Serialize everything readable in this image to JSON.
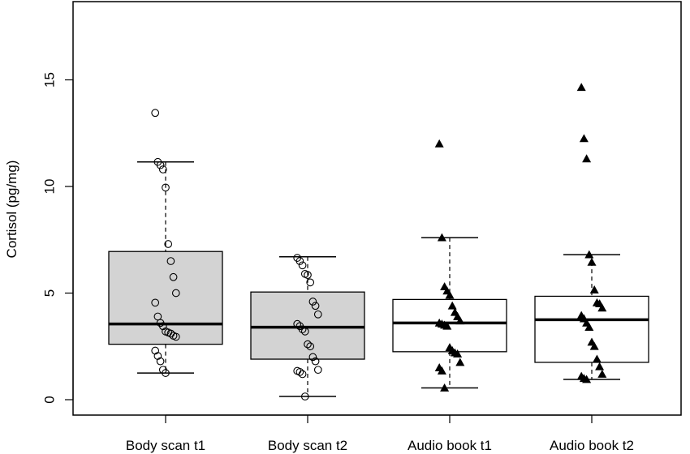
{
  "chart_data": {
    "type": "box",
    "title": "",
    "xlabel": "",
    "ylabel": "Cortisol (pg/mg)",
    "ylim": [
      -0.8,
      18.5
    ],
    "y_ticks": [
      0,
      5,
      10,
      15
    ],
    "y_tick_labels": [
      "0",
      "5",
      "10",
      "15"
    ],
    "grid": false,
    "legend": "none",
    "categories": [
      "Body scan t1",
      "Body scan t2",
      "Audio book t1",
      "Audio book t2"
    ],
    "series": [
      {
        "box": {
          "whisker_low": 1.25,
          "q1": 2.6,
          "median": 3.55,
          "q3": 6.95,
          "whisker_high": 11.15
        },
        "fill": "#d3d3d3",
        "marker": "open-circle",
        "points": [
          13.45,
          11.15,
          11.0,
          10.8,
          9.95,
          7.3,
          6.5,
          5.75,
          5.0,
          4.55,
          3.9,
          3.6,
          3.45,
          3.2,
          3.15,
          3.1,
          3.0,
          2.95,
          2.3,
          2.05,
          1.8,
          1.4,
          1.25
        ]
      },
      {
        "box": {
          "whisker_low": 0.15,
          "q1": 1.9,
          "median": 3.4,
          "q3": 5.05,
          "whisker_high": 6.7
        },
        "fill": "#d3d3d3",
        "marker": "open-circle",
        "points": [
          6.65,
          6.5,
          6.3,
          5.9,
          5.85,
          5.5,
          4.6,
          4.4,
          4.0,
          3.55,
          3.45,
          3.3,
          3.2,
          2.6,
          2.5,
          2.0,
          1.8,
          1.4,
          1.35,
          1.3,
          1.2,
          0.15
        ]
      },
      {
        "box": {
          "whisker_low": 0.55,
          "q1": 2.25,
          "median": 3.6,
          "q3": 4.7,
          "whisker_high": 7.6
        },
        "fill": "#ffffff",
        "marker": "filled-triangle",
        "points": [
          12.0,
          7.6,
          5.3,
          5.1,
          4.9,
          4.4,
          4.1,
          3.9,
          3.7,
          3.6,
          3.55,
          3.5,
          3.45,
          2.45,
          2.3,
          2.2,
          2.15,
          1.75,
          1.5,
          1.35,
          0.55
        ]
      },
      {
        "box": {
          "whisker_low": 0.95,
          "q1": 1.75,
          "median": 3.75,
          "q3": 4.85,
          "whisker_high": 6.8
        },
        "fill": "#ffffff",
        "marker": "filled-triangle",
        "points": [
          14.65,
          12.25,
          11.3,
          6.8,
          6.45,
          5.15,
          4.55,
          4.5,
          4.3,
          3.95,
          3.8,
          3.6,
          3.4,
          2.7,
          2.5,
          1.9,
          1.55,
          1.2,
          1.1,
          1.0,
          0.95
        ]
      }
    ]
  }
}
